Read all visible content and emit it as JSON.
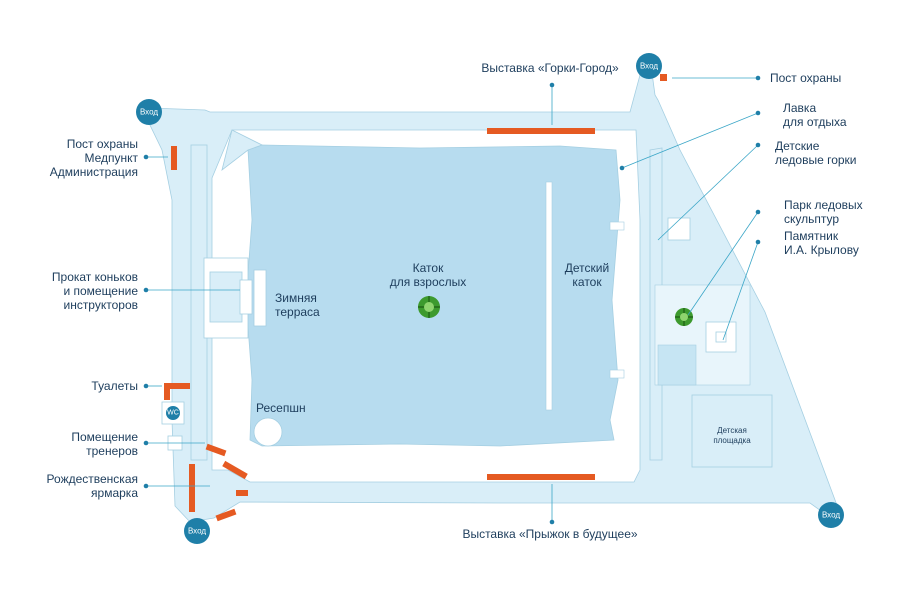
{
  "title": "",
  "labels": {
    "exhibition_top": "Выставка «Горки-Город»",
    "exhibition_bottom": "Выставка «Прыжок в будущее»",
    "security_post_right": "Пост охраны",
    "bench": [
      "Лавка",
      "для отдыха"
    ],
    "kids_slides": [
      "Детские",
      "ледовые горки"
    ],
    "ice_park": [
      "Парк ледовых",
      "скульптур"
    ],
    "monument": [
      "Памятник",
      "И.А. Крылову"
    ],
    "left_admin": [
      "Пост охраны",
      "Медпункт",
      "Администрация"
    ],
    "rental": [
      "Прокат коньков",
      "и помещение",
      "инструкторов"
    ],
    "toilets": "Туалеты",
    "trainers_room": [
      "Помещение",
      "тренеров"
    ],
    "christmas_fair": [
      "Рождественская",
      "ярмарка"
    ],
    "adult_rink": [
      "Каток",
      "для взрослых"
    ],
    "kids_rink": [
      "Детский",
      "каток"
    ],
    "winter_terrace": [
      "Зимняя",
      "терраса"
    ],
    "reception": "Ресепшн",
    "playground": [
      "Детская",
      "площадка"
    ],
    "wc": "WC"
  },
  "entrances": {
    "top_left": "Вход",
    "top_right": "Вход",
    "bottom_left": "Вход",
    "bottom_right": "Вход"
  },
  "colors": {
    "ice": "#b7dcef",
    "path": "#d9eef8",
    "outline": "#a5cfe2",
    "marker": "#e55a22",
    "entrance": "#1f7fa8",
    "text": "#1d3d5c",
    "leader": "#3aa6c7",
    "tree": "#3d9a2e"
  },
  "icons": [
    "entrance-marker",
    "tree-icon",
    "wc-icon",
    "leader-dot"
  ]
}
